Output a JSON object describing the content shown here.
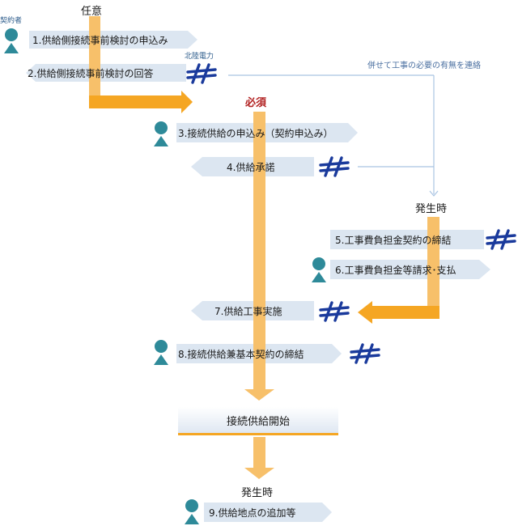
{
  "colors": {
    "arrow_orange": "#f7c06a",
    "arrow_orange_bright": "#f5a623",
    "step_banner": "#dce6f1",
    "person_icon": "#2e8a99",
    "logo_blue": "#1a3a9c",
    "note_line": "#a9c4e2"
  },
  "headings": {
    "optional": "任意",
    "required": "必須",
    "on_occurrence_1": "発生時",
    "on_occurrence_2": "発生時"
  },
  "labels": {
    "contractor": "契約者",
    "hokuriku": "北陸電力",
    "note": "併せて工事の必要の有無を連絡"
  },
  "steps": [
    "1.供給側接続事前検討の申込み",
    "2.供給側接続事前検討の回答",
    "3.接続供給の申込み（契約申込み）",
    "4.供給承諾",
    "5.工事費負担金契約の締結",
    "6.工事費負担金等請求･支払",
    "7.供給工事実施",
    "8.接続供給兼基本契約の締結",
    "9.供給地点の追加等"
  ],
  "start_box": "接続供給開始",
  "icons": {
    "person": "person-icon",
    "utility_logo": "hokuriku-logo-icon"
  }
}
